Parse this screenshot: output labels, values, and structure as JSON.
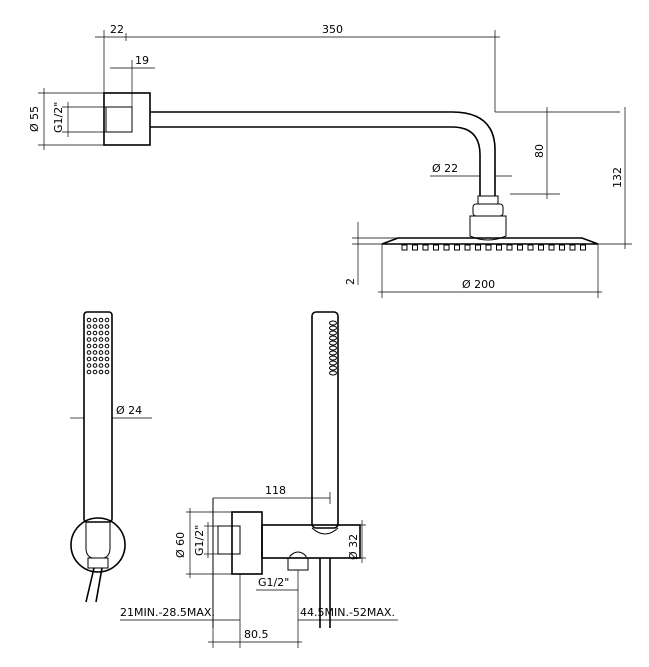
{
  "dimensions": {
    "arm_projection": "350",
    "flange_depth": "22",
    "connector_depth": "19",
    "flange_diameter": "Ø 55",
    "arm_thread": "G1/2\"",
    "arm_drop": "80",
    "arm_tube_diameter": "Ø 22",
    "total_drop": "132",
    "head_thickness": "2",
    "head_diameter": "Ø 200",
    "handset_diameter": "Ø 24",
    "outlet_width": "118",
    "outlet_flange_diameter": "Ø 60",
    "outlet_thread": "G1/2\"",
    "holder_diameter": "Ø 32",
    "hose_thread": "G1/2\"",
    "wall_range_left": "21MIN.-28.5MAX.",
    "wall_range_right": "44.5MIN.-52MAX.",
    "outlet_depth": "80.5"
  }
}
